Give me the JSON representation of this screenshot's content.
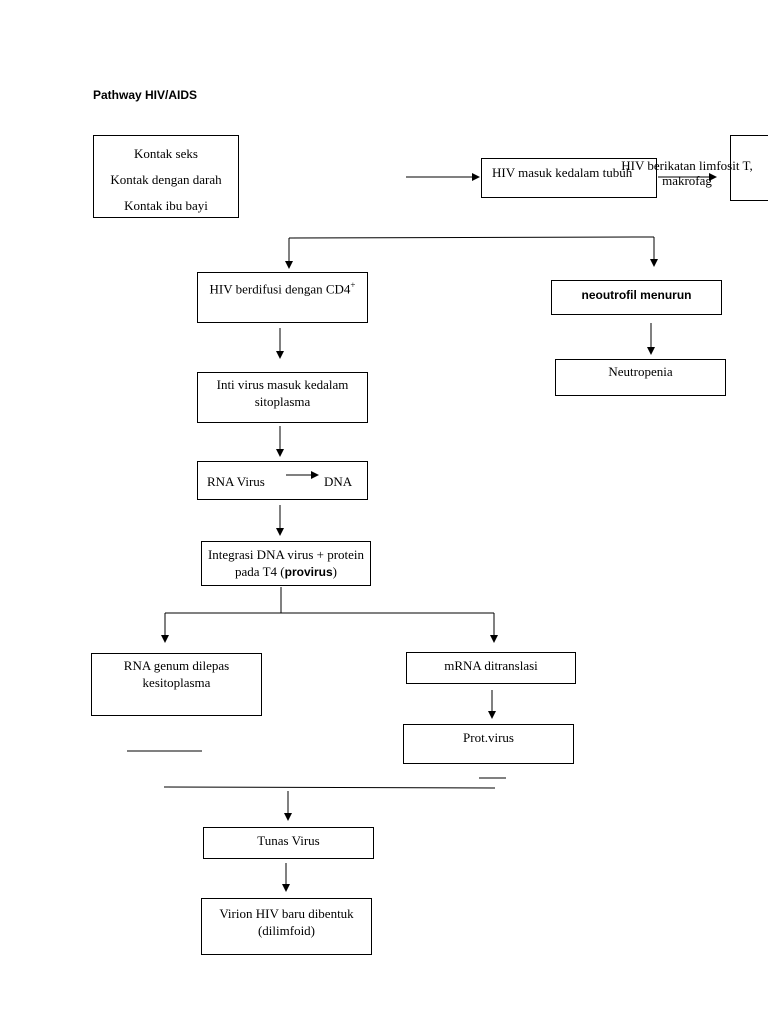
{
  "title": "Pathway HIV/AIDS",
  "sources": [
    "Kontak seks",
    "Kontak dengan darah",
    "Kontak ibu bayi"
  ],
  "hiv_enter": "HIV masuk kedalam tubuh",
  "hiv_bind": "HIV berikatan limfosit T, makrofag",
  "diffuse": {
    "text": "HIV berdifusi dengan CD4",
    "sup": "+"
  },
  "neutrophil": "neoutrofil menurun",
  "neutropenia": "Neutropenia",
  "core_enter": "Inti virus masuk kedalam sitoplasma",
  "rna": "RNA Virus",
  "dna": "DNA",
  "integration": {
    "text": "Integrasi DNA virus + protein pada T4 (",
    "bold": "provirus",
    "end": ")"
  },
  "rna_genome": "RNA genum dilepas kesitoplasma",
  "mrna": "mRNA ditranslasi",
  "prot": "Prot.virus",
  "bud": "Tunas Virus",
  "virion": "Virion HIV baru  dibentuk (dilimfoid)"
}
